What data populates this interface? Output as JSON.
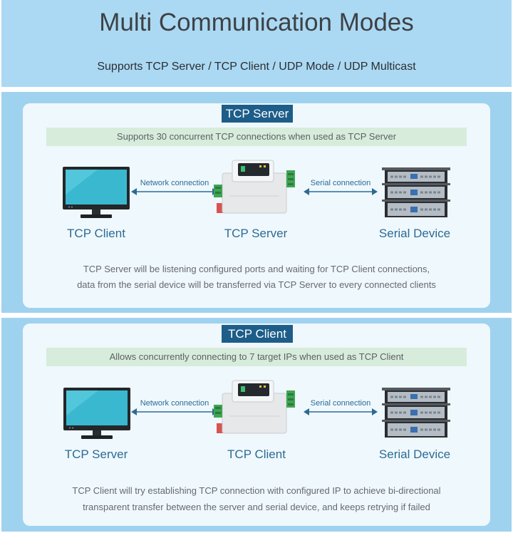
{
  "header": {
    "title": "Multi Communication Modes",
    "subtitle": "Supports TCP Server / TCP Client / UDP Mode / UDP Multicast"
  },
  "sections": [
    {
      "tag": "TCP Server",
      "band": "Supports 30 concurrent TCP connections when used as TCP Server",
      "left_label": "TCP Client",
      "center_label": "TCP Server",
      "right_label": "Serial Device",
      "left_conn": "Network connection",
      "right_conn": "Serial connection",
      "desc_line1": "TCP Server will be listening configured ports and waiting for TCP Client connections,",
      "desc_line2": "data from the serial device will be transferred via TCP Server to every connected clients"
    },
    {
      "tag": "TCP Client",
      "band": "Allows concurrently connecting to 7 target IPs when used as TCP Client",
      "left_label": "TCP Server",
      "center_label": "TCP Client",
      "right_label": "Serial Device",
      "left_conn": "Network connection",
      "right_conn": "Serial connection",
      "desc_line1": "TCP Client will try establishing TCP connection with configured IP to achieve bi-directional",
      "desc_line2": "transparent transfer between the server and serial device, and keeps retrying if failed"
    }
  ],
  "colors": {
    "header_bg": "#abd9f3",
    "panel_bg": "#9fd2ef",
    "tag_bg": "#1d5d89",
    "label_text": "#2d6a93"
  }
}
